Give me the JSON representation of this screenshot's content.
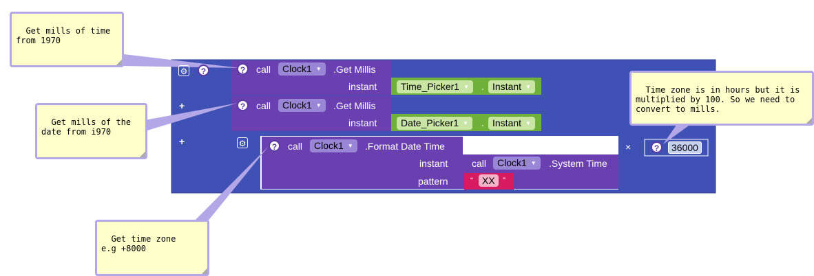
{
  "comments": [
    {
      "id": "c1",
      "text": "Get mills of time\nfrom 1970"
    },
    {
      "id": "c2",
      "text": "Get mills of the\ndate from i970"
    },
    {
      "id": "c3",
      "text": "Get time zone\ne.g +8000"
    },
    {
      "id": "c4",
      "text": "Time zone is in hours but it is\nmultiplied by 100. So we need to\nconvert to mills."
    }
  ],
  "blocks": {
    "call_kw": "call",
    "clock_component": "Clock1",
    "get_millis_method": ".Get Millis",
    "instant_label": "instant",
    "time_picker": "Time_Picker1",
    "date_picker": "Date_Picker1",
    "instant_prop": "Instant",
    "dot": ".",
    "format_method": ".Format Date Time",
    "pattern_label": "pattern",
    "system_time_method": ".System Time",
    "pattern_value": "XX",
    "multiply_op": "×",
    "number_value": "36000",
    "plus_sign": "+",
    "help_glyph": "?",
    "gear_glyph": "⚙",
    "quote_open": "“",
    "quote_close": "”",
    "arrow_glyph": "▼"
  },
  "colors": {
    "math_blue": "#3f51b5",
    "component_purple": "#6a3fb0",
    "property_green": "#6fb03b",
    "text_magenta": "#d81b60",
    "comment_bg": "#ffffcc",
    "comment_border": "#b3a7e8"
  }
}
